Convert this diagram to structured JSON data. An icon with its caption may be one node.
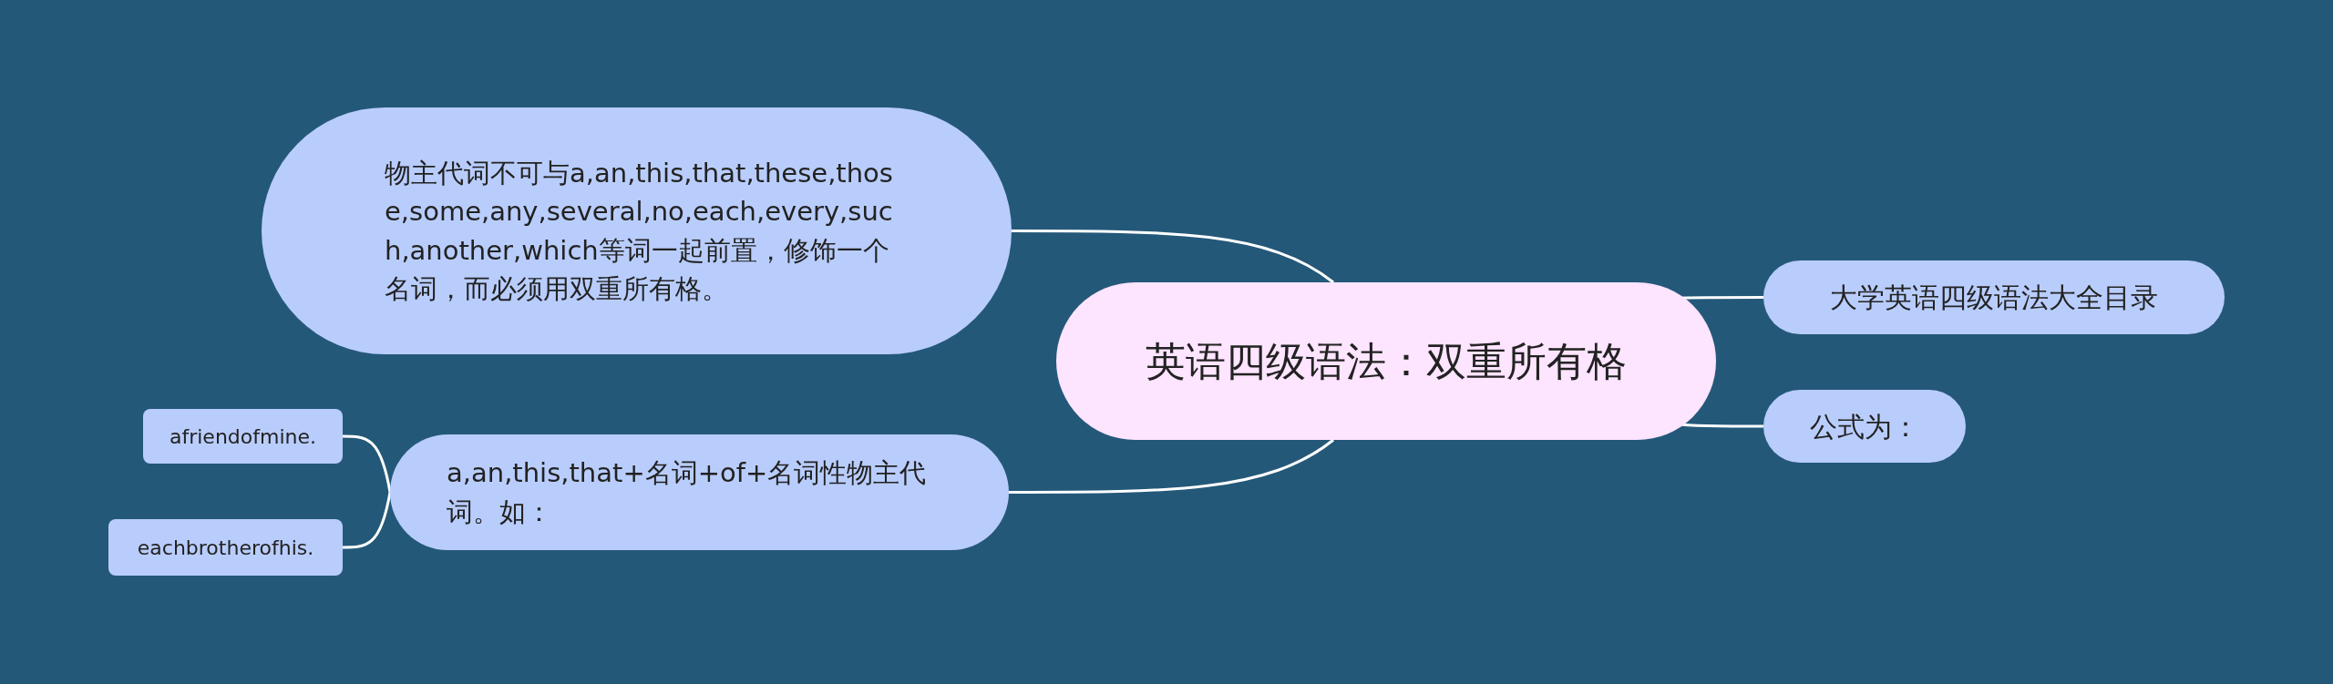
{
  "diagram": {
    "nodes": [
      {
        "text": [
          "英语四级语法：双重所有格"
        ]
      },
      {
        "text": [
          "物主代词不可与a,an,this,that,these,those,some,any,several,no,each,every,such,another,which等词一起前置，修饰一个名词，而必须用双重所有格。"
        ]
      },
      {
        "text": [
          "a,an,this,that+名词+of+名词性物主代词。如："
        ]
      },
      {
        "text": [
          "afriendofmine."
        ]
      },
      {
        "text": [
          "eachbrotherofhis."
        ]
      },
      {
        "text": [
          "大学英语四级语法大全目录"
        ]
      },
      {
        "text": [
          "公式为："
        ]
      }
    ],
    "edges": [
      {
        "from": 0,
        "to": 1,
        "arrow": "none"
      },
      {
        "from": 0,
        "to": 2,
        "arrow": "none"
      },
      {
        "from": 2,
        "to": 3,
        "arrow": "none"
      },
      {
        "from": 2,
        "to": 4,
        "arrow": "none"
      },
      {
        "from": 0,
        "to": 5,
        "arrow": "none"
      },
      {
        "from": 0,
        "to": 6,
        "arrow": "none"
      }
    ]
  }
}
